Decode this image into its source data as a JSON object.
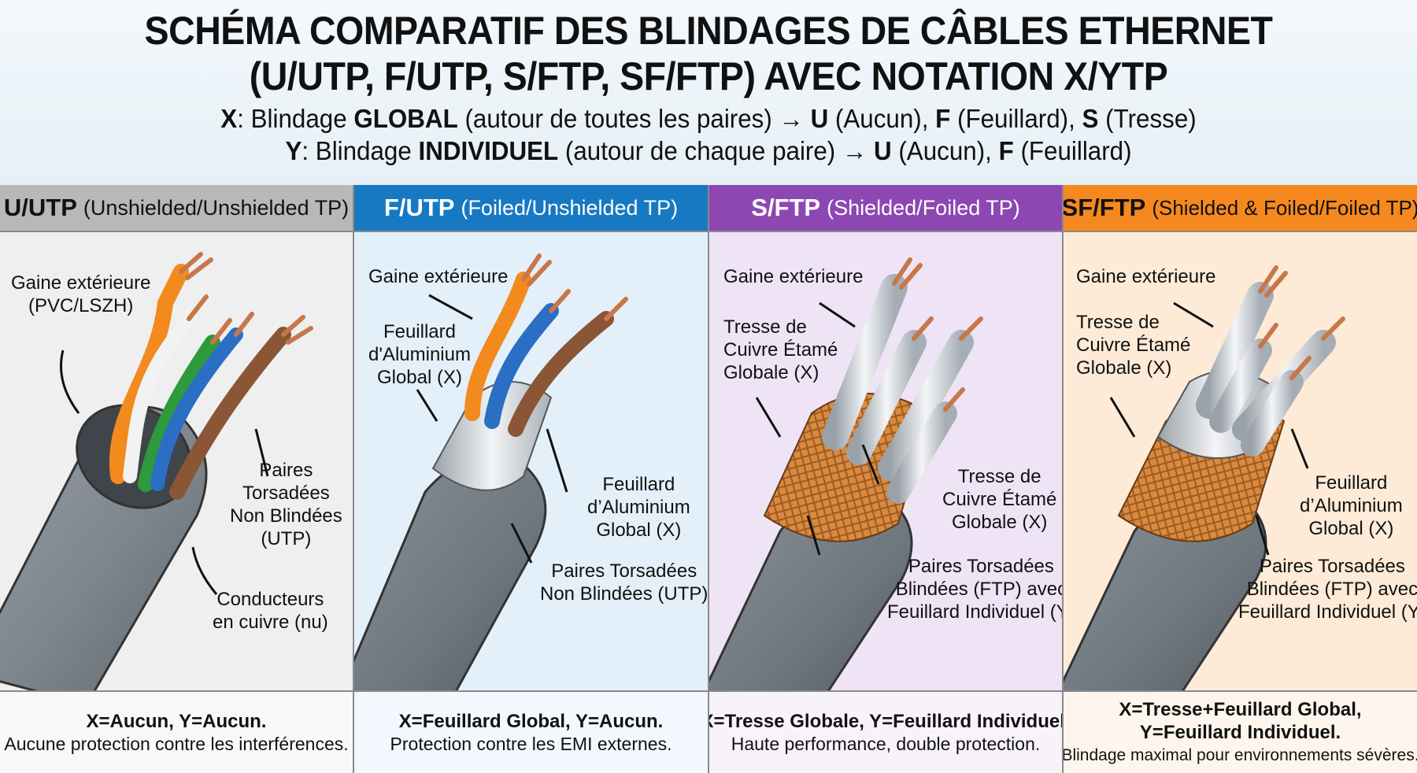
{
  "header": {
    "title_line1": "SCHÉMA COMPARATIF DES BLINDAGES DE CÂBLES ETHERNET",
    "title_line2": "(U/UTP, F/UTP, S/FTP, SF/FTP) AVEC NOTATION X/YTP",
    "legend_x": {
      "letter": "X",
      "pre": ": Blindage ",
      "keyword": "GLOBAL",
      "desc": " (autour de toutes les paires) → ",
      "o1": "U",
      "o1d": " (Aucun), ",
      "o2": "F",
      "o2d": " (Feuillard), ",
      "o3": "S",
      "o3d": " (Tresse)"
    },
    "legend_y": {
      "letter": "Y",
      "pre": ": Blindage ",
      "keyword": "INDIVIDUEL",
      "desc": " (autour de chaque paire) → ",
      "o1": "U",
      "o1d": " (Aucun), ",
      "o2": "F",
      "o2d": " (Feuillard)"
    }
  },
  "colors": {
    "uutp_header": "#b8b8b8",
    "futp_header": "#1679c2",
    "sftp_header": "#8d47b3",
    "sfftp_header": "#f5891f",
    "uutp_bg": "#efefef",
    "futp_bg": "#e3f0fa",
    "sftp_bg": "#efe4f6",
    "sfftp_bg": "#fdebd7",
    "jacket": "#7a8289",
    "copper": "#c8774a",
    "braid": "#d98a3e",
    "foil": "#d5dadf"
  },
  "columns": [
    {
      "code": "U/UTP",
      "subtitle": "(Unshielded/Unshielded TP)",
      "labels": {
        "jacket": "Gaine extérieure",
        "jacket2": "(PVC/LSZH)",
        "pairs1": "Paires",
        "pairs2": "Torsadées",
        "pairs3": "Non Blindées",
        "pairs4": "(UTP)",
        "cond1": "Conducteurs",
        "cond2": "en cuivre (nu)"
      },
      "footer_bold": "X=Aucun, Y=Aucun.",
      "footer_text": "Aucune protection contre les interférences."
    },
    {
      "code": "F/UTP",
      "subtitle": "(Foiled/Unshielded TP)",
      "labels": {
        "jacket": "Gaine extérieure",
        "foil1": "Feuillard",
        "foil2": "d'Aluminium",
        "foil3": "Global (X)",
        "foilb1": "Feuillard",
        "foilb2": "d’Aluminium",
        "foilb3": "Global (X)",
        "pairs1": "Paires Torsadées",
        "pairs2": "Non Blindées (UTP)"
      },
      "footer_bold": "X=Feuillard Global, Y=Aucun.",
      "footer_text": "Protection contre les EMI externes."
    },
    {
      "code": "S/FTP",
      "subtitle": "(Shielded/Foiled TP)",
      "labels": {
        "jacket": "Gaine extérieure",
        "braid1": "Tresse de",
        "braid2": "Cuivre Étamé",
        "braid3": "Globale (X)",
        "braidb1": "Tresse de",
        "braidb2": "Cuivre Étamé",
        "braidb3": "Globale (X)",
        "pairs1": "Paires Torsadées",
        "pairs2": "Blindées (FTP) avec",
        "pairs3": "Feuillard Individuel (Y)"
      },
      "footer_bold": "X=Tresse Globale, Y=Feuillard Individuel.",
      "footer_text": "Haute performance, double protection."
    },
    {
      "code": "SF/FTP",
      "subtitle": "(Shielded & Foiled/Foiled TP)",
      "labels": {
        "jacket": "Gaine extérieure",
        "braid1": "Tresse de",
        "braid2": "Cuivre Étamé",
        "braid3": "Globale (X)",
        "foil1": "Feuillard",
        "foil2": "d’Aluminium",
        "foil3": "Global (X)",
        "pairs1": "Paires Torsadées",
        "pairs2": "Blindées (FTP) avec",
        "pairs3": "Feuillard Individuel (Y)"
      },
      "footer_bold": "X=Tresse+Feuillard Global,",
      "footer_bold2": "Y=Feuillard Individuel.",
      "footer_text": "Blindage maximal pour environnements sévères."
    }
  ]
}
